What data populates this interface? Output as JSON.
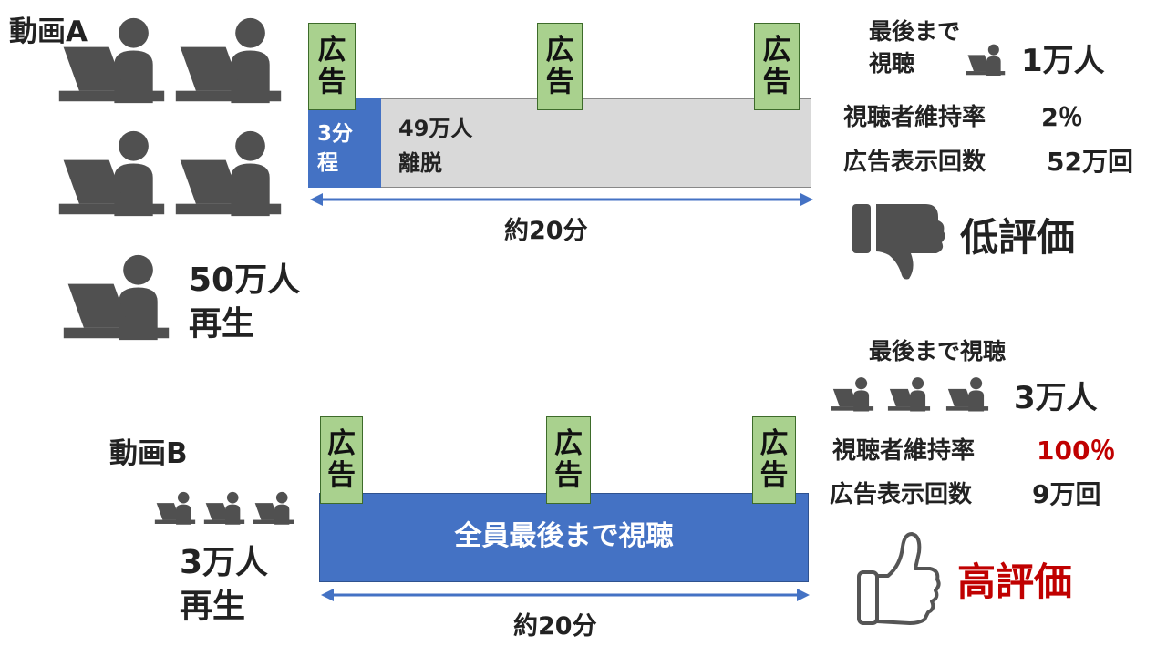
{
  "video_a": {
    "label": "動画A",
    "plays": "50万人",
    "plays_suffix": "再生",
    "ad_top": "広",
    "ad_bottom": "告",
    "segment_watch_top": "3分",
    "segment_watch_bottom": "程",
    "dropoff_line1": "49万人",
    "dropoff_line2": "離脱",
    "duration": "約20分",
    "finish_label_line1": "最後まで",
    "finish_label_line2": "視聴",
    "finish_count": "1万人",
    "retention_label": "視聴者維持率",
    "retention_value": "2％",
    "ad_views_label": "広告表示回数",
    "ad_views_value": "52万回",
    "rating": "低評価",
    "rating_icon": "thumbs-down-icon"
  },
  "video_b": {
    "label": "動画B",
    "plays": "3万人",
    "plays_suffix": "再生",
    "ad_top": "広",
    "ad_bottom": "告",
    "bar_text": "全員最後まで視聴",
    "duration": "約20分",
    "finish_label": "最後まで視聴",
    "finish_count": "3万人",
    "retention_label": "視聴者維持率",
    "retention_value": "100％",
    "ad_views_label": "広告表示回数",
    "ad_views_value": "9万回",
    "rating": "高評価",
    "rating_icon": "thumbs-up-icon"
  },
  "colors": {
    "blue": "#4472c4",
    "gray_bar": "#d9d9d9",
    "ad_green": "#a9d18e",
    "person": "#505050",
    "highlight_red": "#c00000"
  }
}
